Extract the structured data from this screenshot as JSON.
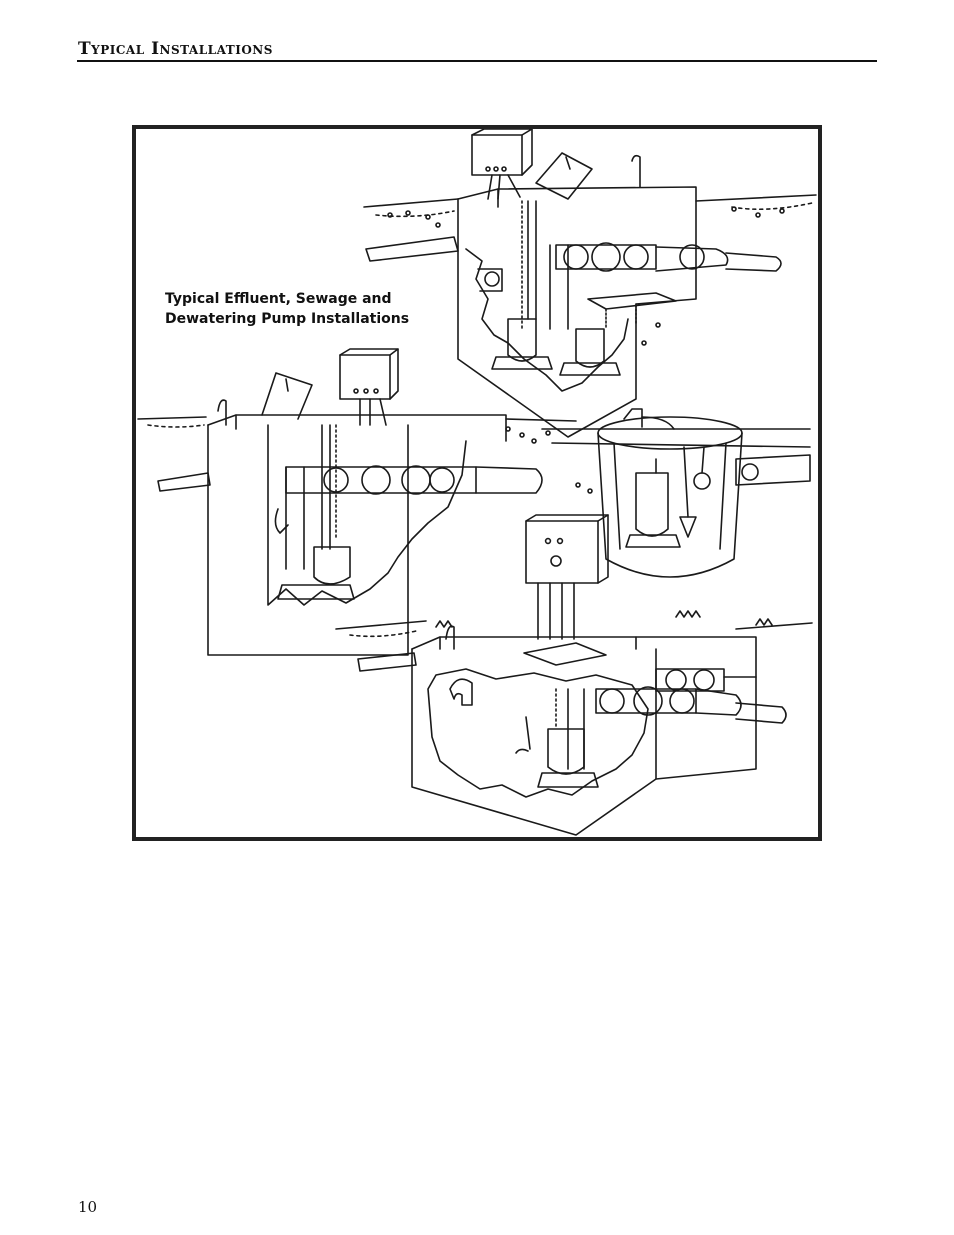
{
  "header": {
    "title": "Typical Installations"
  },
  "figure": {
    "caption_line1": "Typical Effluent, Sewage and",
    "caption_line2": "Dewatering Pump Installations"
  },
  "footer": {
    "page_number": "10"
  }
}
